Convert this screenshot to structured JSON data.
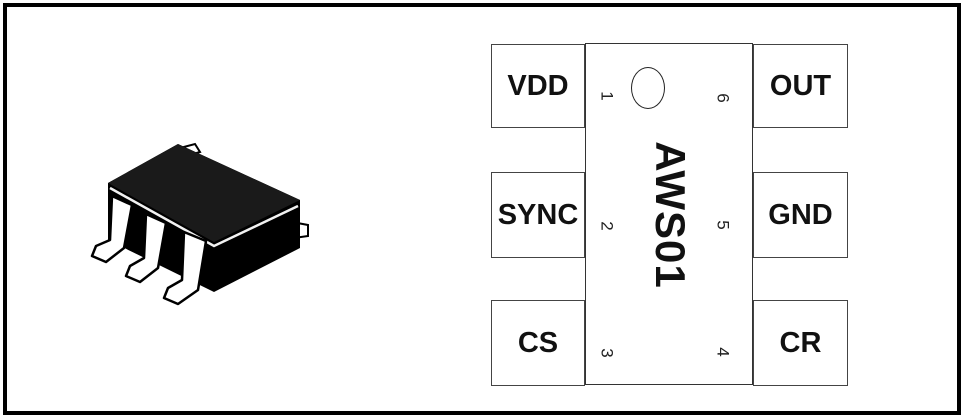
{
  "chip": {
    "part_name": "AWS01",
    "pins": [
      {
        "number": "1",
        "name": "VDD"
      },
      {
        "number": "2",
        "name": "SYNC"
      },
      {
        "number": "3",
        "name": "CS"
      },
      {
        "number": "4",
        "name": "CR"
      },
      {
        "number": "5",
        "name": "GND"
      },
      {
        "number": "6",
        "name": "OUT"
      }
    ]
  },
  "package_image": {
    "icon": "sot23-6-package-icon"
  }
}
